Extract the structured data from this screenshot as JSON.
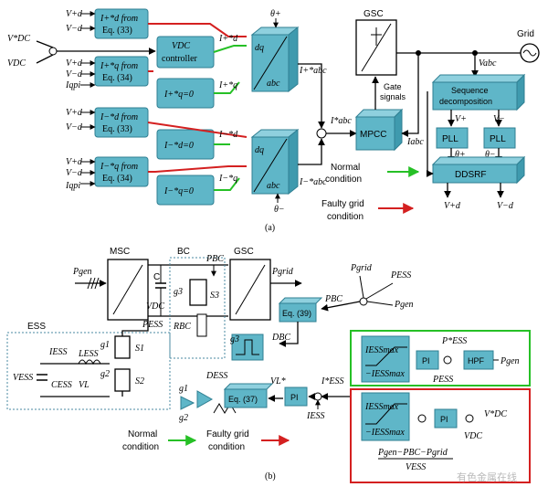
{
  "panel_a": {
    "caption": "(a)",
    "inputs_top": {
      "vdc_ref": "V*DC",
      "vdc": "VDC"
    },
    "block_id_pos": {
      "line1": "I+*d from",
      "line2": "Eq. (33)"
    },
    "block_iq_pos": {
      "line1": "I+*q from",
      "line2": "Eq. (34)"
    },
    "block_vdc_ctrl": {
      "line1": "VDC",
      "line2": "controller"
    },
    "block_iq0_pos": "I+*q=0",
    "block_id_neg": {
      "line1": "I−*d from",
      "line2": "Eq. (33)"
    },
    "block_iq_neg": {
      "line1": "I−*q from",
      "line2": "Eq. (34)"
    },
    "block_id0_neg": "I−*d=0",
    "block_iq0_neg": "I−*q=0",
    "dq_block": {
      "top": "dq",
      "bottom": "abc"
    },
    "theta_pos": "θ+",
    "theta_neg": "θ−",
    "signals": {
      "id_pos": "I+*d",
      "iq_pos": "I+*q",
      "iabc_pos": "I+*abc",
      "id_neg": "I−*d",
      "iq_neg": "I−*q",
      "iabc_neg": "I−*abc",
      "iabc_ref": "I*abc",
      "iabc": "Iabc",
      "vabc": "Vabc"
    },
    "input_labels": {
      "vd_pos": "V+d",
      "vd_neg": "V−d",
      "vq_pos": "V+q",
      "vq_neg": "V−q",
      "iqpi": "Iqpi"
    },
    "gsc": "GSC",
    "grid": "Grid",
    "mpcc": "MPCC",
    "gate_signals": {
      "line1": "Gate",
      "line2": "signals"
    },
    "seq_decomp": {
      "line1": "Sequence",
      "line2": "decomposition"
    },
    "pll": "PLL",
    "ddsrf": "DDSRF",
    "v_pos": "V+",
    "v_neg": "V−",
    "out_vd_pos": "V+d",
    "out_vd_neg": "V−d",
    "legend_normal": {
      "line1": "Normal",
      "line2": "condition"
    },
    "legend_fault": {
      "line1": "Faulty grid",
      "line2": "condition"
    }
  },
  "panel_b": {
    "caption": "(b)",
    "msc": "MSC",
    "bc": "BC",
    "gsc": "GSC",
    "ess": "ESS",
    "p_gen": "Pgen",
    "p_grid": "Pgrid",
    "p_bc": "PBC",
    "p_ess": "PESS",
    "v_dc": "VDC",
    "c": "C",
    "g3": "g3",
    "s3": "S3",
    "r_bc": "RBC",
    "d_bc": "DBC",
    "eq39": "Eq. (39)",
    "eq37": "Eq. (37)",
    "i_ess": "IESS",
    "l_ess": "LESS",
    "c_ess": "CESS",
    "v_ess": "VESS",
    "v_l": "VL",
    "g1": "g1",
    "g2": "g2",
    "s1": "S1",
    "s2": "S2",
    "d_ess": "DESS",
    "vl_ref": "VL*",
    "iess_ref": "I*ESS",
    "pi": "PI",
    "hpf": "HPF",
    "pess_ref": "P*ESS",
    "sat_max": "IESSmax",
    "sat_min": "−IESSmax",
    "vdc_ref": "V*DC",
    "formula_num": "Pgen−PBC−Pgrid",
    "formula_den": "VESS",
    "legend_normal": {
      "line1": "Normal",
      "line2": "condition"
    },
    "legend_fault": {
      "line1": "Faulty grid",
      "line2": "condition"
    }
  },
  "watermark": "有色金属在线",
  "colors": {
    "block": "#5fb6c8",
    "normal": "#26c026",
    "fault": "#d42020",
    "dotted": "#4a8aa0"
  }
}
